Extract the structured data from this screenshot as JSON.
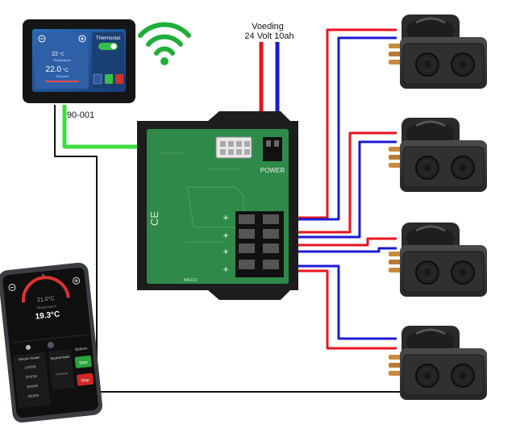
{
  "power": {
    "label_line1": "Voeding",
    "label_line2": "24 Volt 10ah"
  },
  "controller": {
    "model": "90-001",
    "screen_title": "Thermostat",
    "temp_small": "22",
    "temp_small_unit": "°C",
    "temp_label": "Temperature",
    "temp_big": "22.0",
    "temp_big_unit": "°C",
    "setpoint_label": "Set point"
  },
  "board": {
    "power_label": "POWER",
    "ce_mark": "CE",
    "terminal_signs": [
      "+",
      "+",
      "+",
      "+"
    ],
    "model_tag": "WA133"
  },
  "phone": {
    "set_temp": "21.0°C",
    "temp_label": "Temperature",
    "room_temp": "19.3°C",
    "mode_label": "Electric Heater",
    "menu_items": [
      "1000W",
      "2000W",
      "3000W",
      "4000W"
    ],
    "neutral_mode_label": "Neutral Mode",
    "neutral_sub": "Fan/Heat",
    "options_label": "Options",
    "start_label": "Start",
    "stop_label": "Stop"
  },
  "colors": {
    "wire_positive": "#e8141c",
    "wire_negative": "#1b1bd6",
    "wire_signal": "#3fdc3f",
    "wire_bus": "#111111",
    "pcb": "#2f8a4a",
    "enclosure": "#1d1d1d",
    "heater_body": "#3a3a3a",
    "wifi": "#1fae3a"
  },
  "icons": [
    "wifi-icon",
    "minus-icon",
    "plus-icon"
  ]
}
